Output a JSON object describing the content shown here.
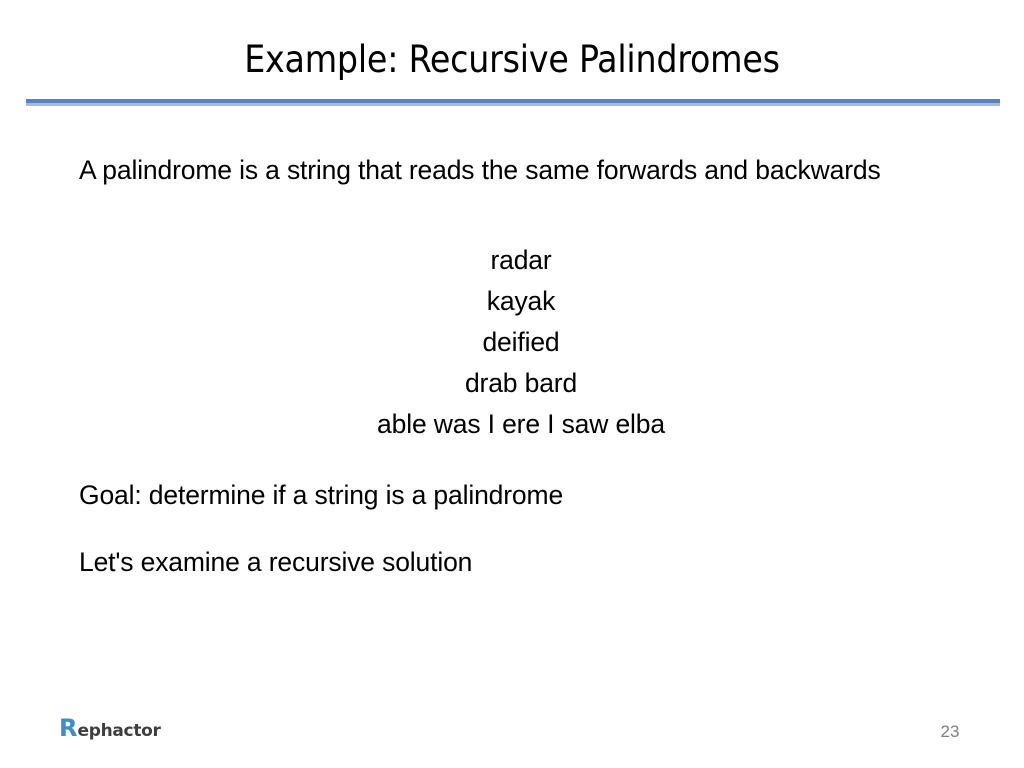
{
  "slide": {
    "title": "Example: Recursive Palindromes",
    "page_number": "23",
    "background_color": "#ffffff",
    "text_color": "#000000",
    "rule": {
      "top_color": "#5a82c2",
      "bottom_color": "#a8bcd8"
    }
  },
  "body": {
    "definition": "A palindrome is a string that reads the same forwards and backwards",
    "examples": [
      "radar",
      "kayak",
      "deified",
      "drab bard",
      "able was I ere I saw elba"
    ],
    "goal": "Goal: determine if a string is a palindrome",
    "next_step": "Let's examine a recursive solution"
  },
  "footer": {
    "logo": {
      "initial": "R",
      "rest": "ephactor",
      "initial_color": "#3d8fc4",
      "rest_color": "#3f3f3f"
    },
    "page_number_color": "#808080"
  }
}
